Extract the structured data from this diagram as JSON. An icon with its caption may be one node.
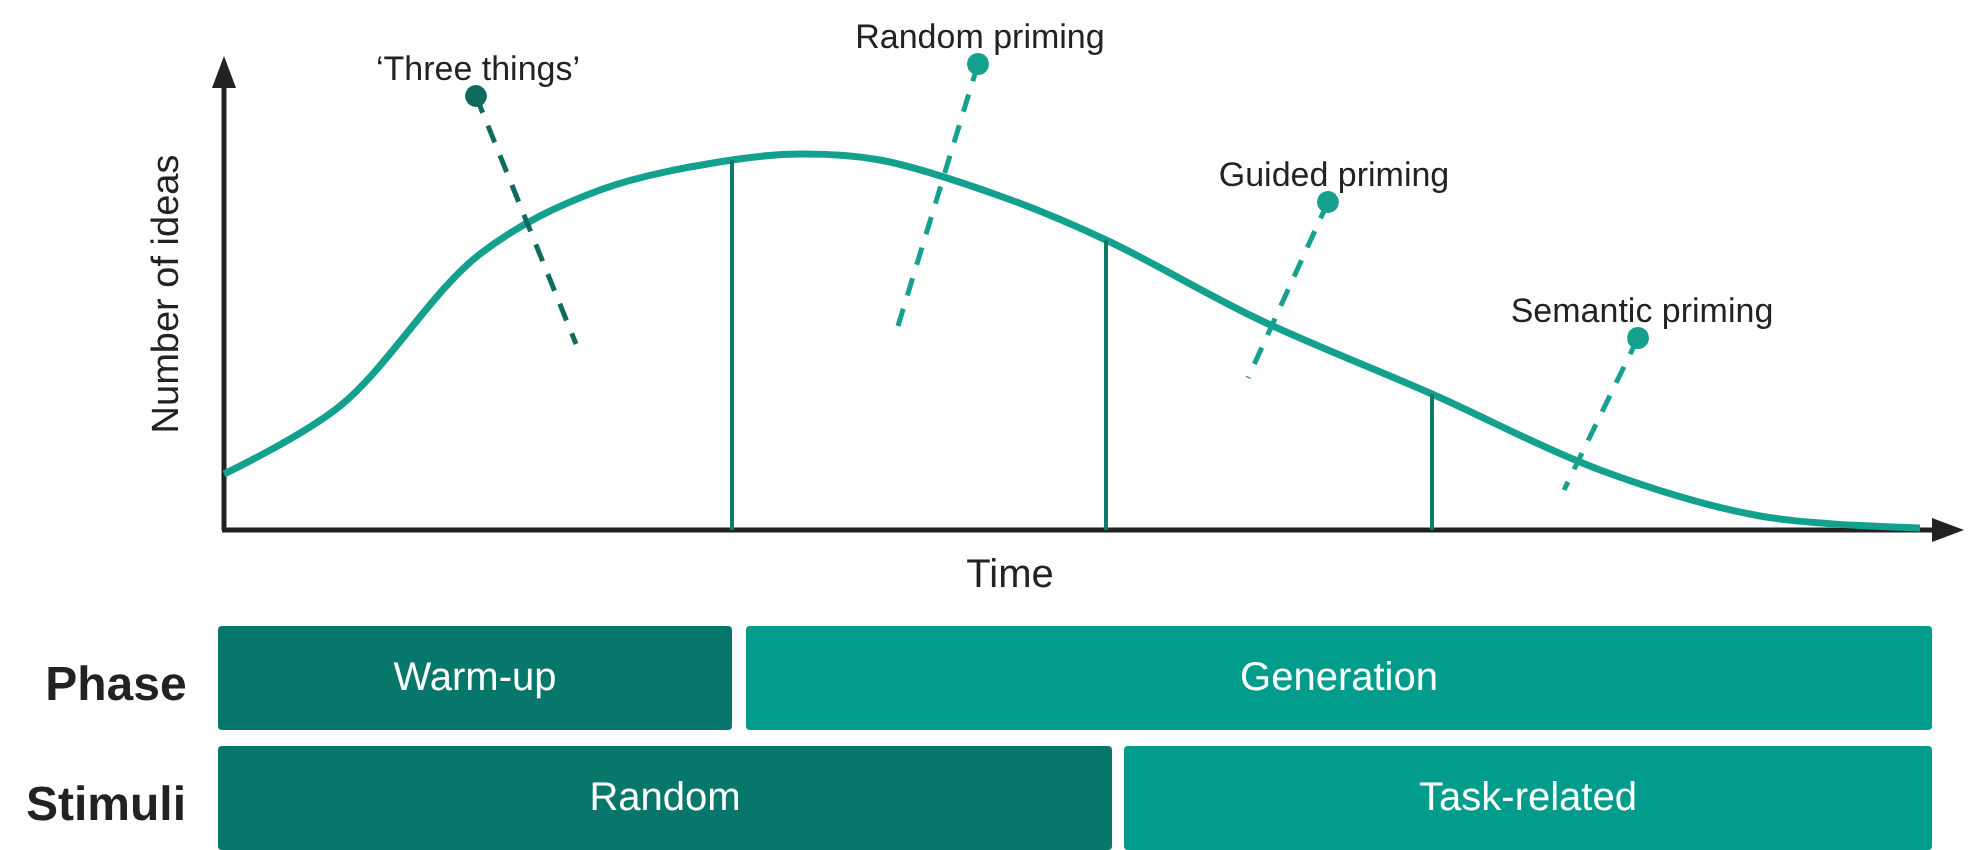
{
  "diagram": {
    "nodes": [
      {
        "text": [
          "‘Three things’"
        ]
      },
      {
        "text": [
          "Random priming"
        ]
      },
      {
        "text": [
          "Guided priming"
        ]
      },
      {
        "text": [
          "Semantic priming"
        ]
      },
      {
        "text": [
          "Warm-up"
        ]
      },
      {
        "text": [
          "Generation"
        ]
      },
      {
        "text": [
          "Random"
        ]
      },
      {
        "text": [
          "Task-related"
        ]
      }
    ],
    "edges": [
      {
        "from": 0,
        "to": null,
        "arrow": "other",
        "style": "dashed",
        "color": "#0f6b5e"
      },
      {
        "from": 1,
        "to": null,
        "arrow": "other",
        "style": "dashed"
      },
      {
        "from": 2,
        "to": null,
        "arrow": "other",
        "style": "dashed"
      },
      {
        "from": 3,
        "to": null,
        "arrow": "other",
        "style": "dashed"
      }
    ],
    "labels": [
      "Number of ideas",
      "Time",
      "Phase",
      "Stimuli"
    ]
  }
}
